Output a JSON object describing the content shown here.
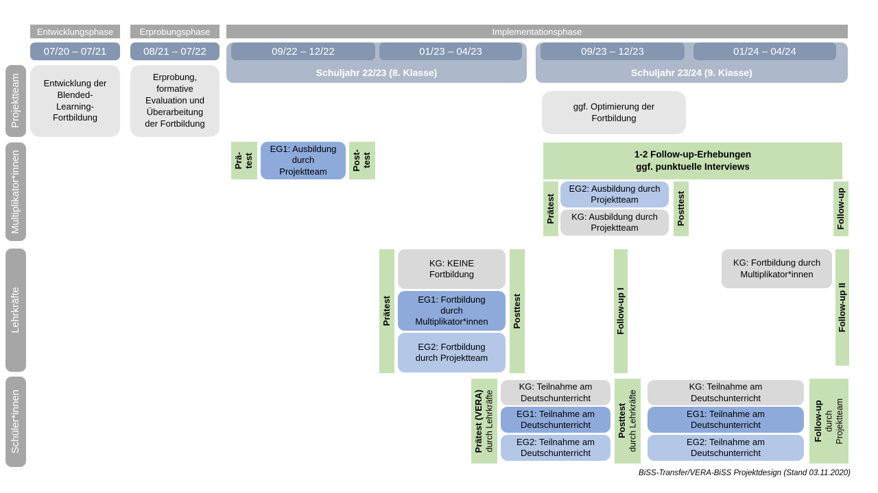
{
  "colors": {
    "phase_header_gray": "#A6A6A6",
    "row_label_gray": "#A6A6A6",
    "date_blue": "#8496B0",
    "school_year_blue": "#ADB9CA",
    "light_gray_box": "#E7E6E6",
    "kg_gray_box": "#D9D9D9",
    "eg1_blue_box": "#8EAADB",
    "eg2_light_blue_box": "#B4C7E7",
    "green_box": "#C6E0B4"
  },
  "phase_headers": {
    "entwicklung": "Entwicklungsphase",
    "erprobung": "Erprobungsphase",
    "implementation": "Implementationsphase"
  },
  "dates": {
    "d1": "07/20 – 07/21",
    "d2": "08/21 – 07/22",
    "d3": "09/22 – 12/22",
    "d4": "01/23 – 04/23",
    "d5": "09/23 – 12/23",
    "d6": "01/24 – 04/24"
  },
  "school_years": {
    "sy1": "Schuljahr 22/23 (8. Klasse)",
    "sy2": "Schuljahr 23/24 (9. Klasse)"
  },
  "row_labels": {
    "projektteam": "Projektteam",
    "multiplikatoren": "Multiplikator*innen",
    "lehrkraefte": "Lehrkräfte",
    "schueler": "Schüler*innen"
  },
  "projektteam": {
    "entwicklung": "Entwicklung der\nBlended-\nLearning-\nFortbildung",
    "erprobung": "Erprobung,\nformative\nEvaluation und\nÜberarbeitung\nder Fortbildung",
    "optimierung": "ggf. Optimierung der\nFortbildung"
  },
  "multiplikatoren": {
    "praetest_kurz": "Prä-\ntest",
    "eg1": "EG1: Ausbildung\ndurch\nProjektteam",
    "posttest_kurz": "Post-\ntest",
    "erhebungen": "1-2 Follow-up-Erhebungen\nggf. punktuelle Interviews",
    "praetest": "Prätest",
    "eg2": "EG2: Ausbildung durch\nProjektteam",
    "kg": "KG: Ausbildung durch\nProjektteam",
    "posttest": "Posttest",
    "followup": "Follow-up"
  },
  "lehrkraefte": {
    "praetest": "Prätest",
    "kg": "KG: KEINE\nFortbildung",
    "eg1": "EG1: Fortbildung\ndurch\nMultiplikator*innen",
    "eg2": "EG2: Fortbildung\ndurch Projektteam",
    "posttest": "Posttest",
    "followup1": "Follow-up I",
    "kg_fortbildung": "KG: Fortbildung durch\nMultiplikator*innen",
    "followup2": "Follow-up II"
  },
  "schueler": {
    "praetest_main": "Prätest (VERA)",
    "praetest_sub": "durch Lehrkräfte",
    "kg_a": "KG: Teilnahme am\nDeutschunterricht",
    "eg1_a": "EG1: Teilnahme am\nDeutschunterricht",
    "eg2_a": "EG2: Teilnahme am\nDeutschunterricht",
    "posttest_main": "Posttest",
    "posttest_sub": "durch Lehrkräfte",
    "kg_b": "KG: Teilnahme am\nDeutschunterricht",
    "eg1_b": "EG1: Teilnahme am\nDeutschunterricht",
    "eg2_b": "EG2: Teilnahme am\nDeutschunterricht",
    "followup_main": "Follow-up",
    "followup_sub": "durch\nProjektteam"
  },
  "caption": "BiSS-Transfer/VERA-BiSS Projektdesign (Stand 03.11.2020)"
}
